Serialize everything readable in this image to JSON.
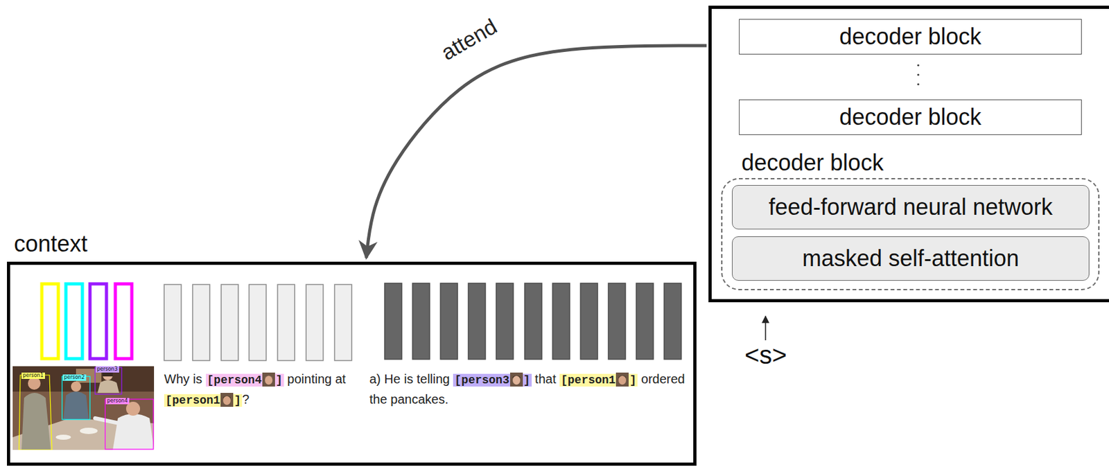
{
  "diagram": {
    "nodes": [
      {
        "text": []
      },
      {
        "text": [
          "decoder block"
        ],
        "in": 0
      },
      {
        "text": [
          "decoder block"
        ],
        "in": 0
      },
      {
        "text": [
          "decoder block"
        ],
        "in": 0
      },
      {
        "text": [
          "feed-forward neural network"
        ],
        "in": 3
      },
      {
        "text": [
          "masked self-attention"
        ],
        "in": 3
      },
      {
        "text": [
          "context",
          "Why is [person4] pointing at [person1]?",
          "a) He is telling [person3] that [person1] ordered the pancakes."
        ]
      }
    ],
    "edges": [
      {
        "from": 0,
        "to": 6,
        "label": "attend",
        "arrow": "to"
      }
    ],
    "labels": [
      "<s>",
      "person1",
      "person2",
      "person3",
      "person4"
    ]
  }
}
